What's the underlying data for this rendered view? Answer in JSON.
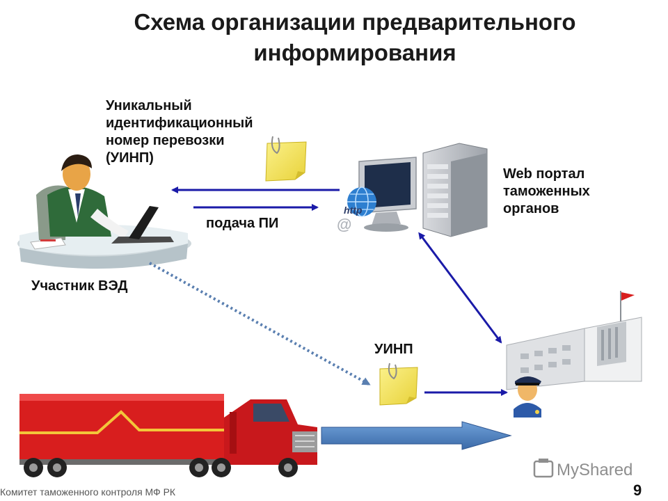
{
  "title": {
    "line1": "Схема организации предварительного",
    "line2": "информирования"
  },
  "labels": {
    "uinp_description": [
      "Уникальный",
      "идентификационный",
      "номер перевозки",
      "(УИНП)"
    ],
    "web_portal": [
      "Web портал",
      "таможенных",
      "органов"
    ],
    "submission": "подача ПИ",
    "participant": "Участник ВЭД",
    "uinp_short": "УИНП"
  },
  "icons": {
    "http_text": "http",
    "at_sign": "@"
  },
  "footer": {
    "organization": "Комитет таможенного контроля МФ РК",
    "page_number": "9"
  },
  "watermark": "MyShared",
  "colors": {
    "arrow_blue": "#1a1aa8",
    "dotted_arrow": "#5a7fb0",
    "big_arrow": "#4a7fc0",
    "truck_red": "#d81e1e",
    "note_yellow": "#f4e45a"
  }
}
